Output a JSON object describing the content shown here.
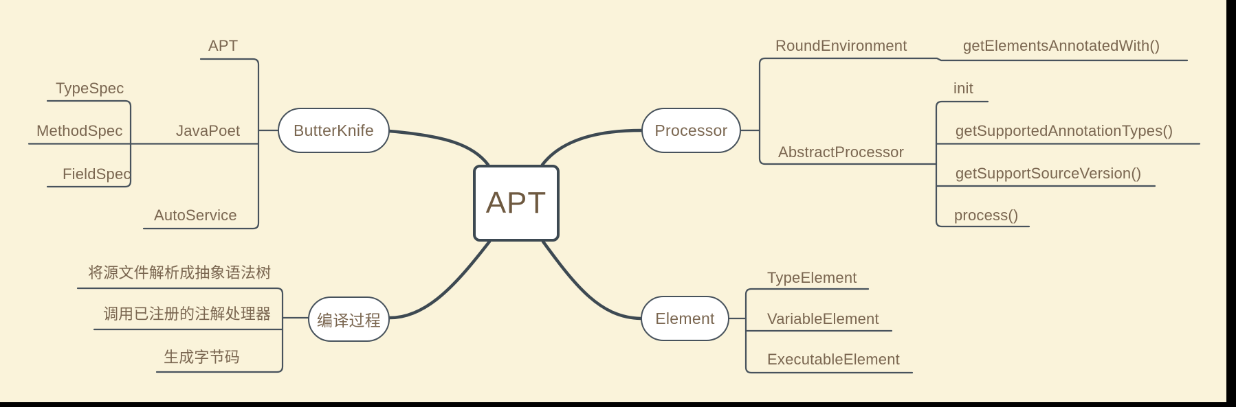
{
  "colors": {
    "background": "#faf3da",
    "branch_line": "#3d4952",
    "topic_line": "#47525c",
    "node_fill": "#ffffff",
    "text_brown": "#7a6650",
    "root_text": "#6e5940",
    "frame": "#000000"
  },
  "root": {
    "label": "APT"
  },
  "branches": {
    "butterknife": {
      "label": "ButterKnife",
      "children": {
        "apt": {
          "label": "APT"
        },
        "javapoet": {
          "label": "JavaPoet",
          "children": {
            "typespec": {
              "label": "TypeSpec"
            },
            "methodspec": {
              "label": "MethodSpec"
            },
            "fieldspec": {
              "label": "FieldSpec"
            }
          }
        },
        "autoservice": {
          "label": "AutoService"
        }
      }
    },
    "processor": {
      "label": "Processor",
      "children": {
        "roundenvironment": {
          "label": "RoundEnvironment",
          "children": {
            "getelementsannotatedwith": {
              "label": "getElementsAnnotatedWith()"
            }
          }
        },
        "abstractprocessor": {
          "label": "AbstractProcessor",
          "children": {
            "init": {
              "label": "init"
            },
            "getsupportedannotationtypes": {
              "label": "getSupportedAnnotationTypes()"
            },
            "getsupportsourceversion": {
              "label": "getSupportSourceVersion()"
            },
            "process": {
              "label": "process()"
            }
          }
        }
      }
    },
    "compile_process": {
      "label": "编译过程",
      "children": {
        "parse_ast": {
          "label": "将源文件解析成抽象语法树"
        },
        "invoke_processors": {
          "label": "调用已注册的注解处理器"
        },
        "gen_bytecode": {
          "label": "生成字节码"
        }
      }
    },
    "element": {
      "label": "Element",
      "children": {
        "typeelement": {
          "label": "TypeElement"
        },
        "variableelement": {
          "label": "VariableElement"
        },
        "executableelement": {
          "label": "ExecutableElement"
        }
      }
    }
  }
}
